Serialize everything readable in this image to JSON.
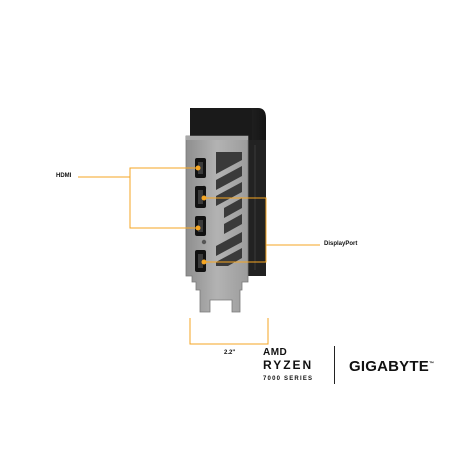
{
  "labels": {
    "hdmi": "HDMI",
    "displayport": "DisplayPort",
    "dimension": "2.2\""
  },
  "branding": {
    "amd_line1": "AMD",
    "amd_line2": "RYZEN",
    "amd_line3": "7000 SERIES",
    "gigabyte": "GIGABYTE",
    "gigabyte_tm": "™"
  },
  "colors": {
    "callout": "#f5a623",
    "bracket": "#9a9a9a",
    "shroud": "#1c1c1c",
    "port": "#111111"
  }
}
